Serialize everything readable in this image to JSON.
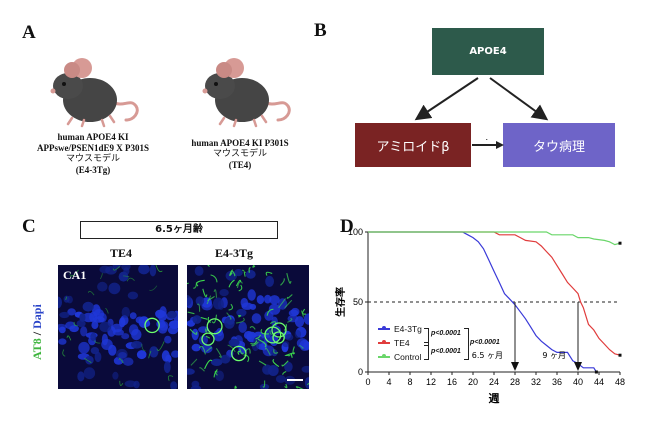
{
  "panels": {
    "a": "A",
    "b": "B",
    "c": "C",
    "d": "D"
  },
  "panel_a": {
    "mouse1": {
      "line1": "human APOE4 KI",
      "line2": "APPswe/PSEN1dE9 X P301S",
      "line3": "マウスモデル",
      "line4": "(E4-3Tg)"
    },
    "mouse2": {
      "line1": "human APOE4 KI P301S",
      "line2": "マウスモデル",
      "line3": "(TE4)"
    },
    "mouse_body_color": "#454545",
    "mouse_ear_color": "#d79a95"
  },
  "panel_b": {
    "top": "APOE4",
    "left": "アミロイドβ",
    "right": "タウ病理",
    "colors": {
      "top": "#2d5a4b",
      "left": "#7a2323",
      "right": "#6e64c8"
    }
  },
  "panel_c": {
    "header": "6.5ヶ月齢",
    "col1": "TE4",
    "col2": "E4-3Tg",
    "region": "CA1",
    "ylabel_green": "AT8",
    "ylabel_sep": " / ",
    "ylabel_blue": "Dapi"
  },
  "chart_data": {
    "type": "line",
    "xlabel": "週",
    "ylabel": "生存率",
    "xlim": [
      0,
      48
    ],
    "ylim": [
      0,
      100
    ],
    "xticks": [
      0,
      4,
      8,
      12,
      16,
      20,
      24,
      28,
      32,
      36,
      40,
      44,
      48
    ],
    "yticks": [
      0,
      50,
      100
    ],
    "reference_line_y": 50,
    "series": [
      {
        "name": "E4-3Tg",
        "color": "#3a3ad8",
        "points": [
          [
            0,
            100
          ],
          [
            18,
            100
          ],
          [
            19,
            98
          ],
          [
            20,
            96
          ],
          [
            21,
            93
          ],
          [
            22,
            88
          ],
          [
            23,
            80
          ],
          [
            24,
            72
          ],
          [
            25,
            64
          ],
          [
            26,
            56
          ],
          [
            27,
            52
          ],
          [
            28,
            48
          ],
          [
            29,
            43
          ],
          [
            30,
            38
          ],
          [
            31,
            32
          ],
          [
            32,
            26
          ],
          [
            33,
            22
          ],
          [
            34,
            19
          ],
          [
            35,
            16
          ],
          [
            36,
            14
          ],
          [
            38,
            14
          ],
          [
            39,
            8
          ],
          [
            40,
            6
          ],
          [
            41,
            3
          ],
          [
            43,
            3
          ],
          [
            43.5,
            0
          ]
        ]
      },
      {
        "name": "TE4",
        "color": "#e03c3c",
        "points": [
          [
            0,
            100
          ],
          [
            24,
            100
          ],
          [
            25,
            98
          ],
          [
            28,
            98
          ],
          [
            29,
            96
          ],
          [
            30,
            94
          ],
          [
            32,
            93
          ],
          [
            33,
            90
          ],
          [
            34,
            86
          ],
          [
            35,
            82
          ],
          [
            36,
            76
          ],
          [
            37,
            70
          ],
          [
            38,
            64
          ],
          [
            39,
            60
          ],
          [
            40,
            56
          ],
          [
            40.5,
            50
          ],
          [
            41,
            46
          ],
          [
            42,
            34
          ],
          [
            43,
            30
          ],
          [
            44,
            24
          ],
          [
            45,
            20
          ],
          [
            46,
            16
          ],
          [
            47,
            13
          ],
          [
            48,
            12
          ]
        ]
      },
      {
        "name": "Control",
        "color": "#6ad66a",
        "points": [
          [
            0,
            100
          ],
          [
            34,
            100
          ],
          [
            35,
            98
          ],
          [
            39,
            98
          ],
          [
            40,
            96
          ],
          [
            42,
            96
          ],
          [
            43,
            95
          ],
          [
            45,
            94
          ],
          [
            46,
            93
          ],
          [
            47,
            91
          ],
          [
            48,
            92
          ]
        ]
      }
    ],
    "annotations": [
      {
        "text": "6.5 ヶ月",
        "x": 28
      },
      {
        "text": "9 ヶ月",
        "x": 40
      }
    ],
    "pvalues": [
      "p<0.0001",
      "p<0.0001",
      "p<0.0001"
    ]
  }
}
